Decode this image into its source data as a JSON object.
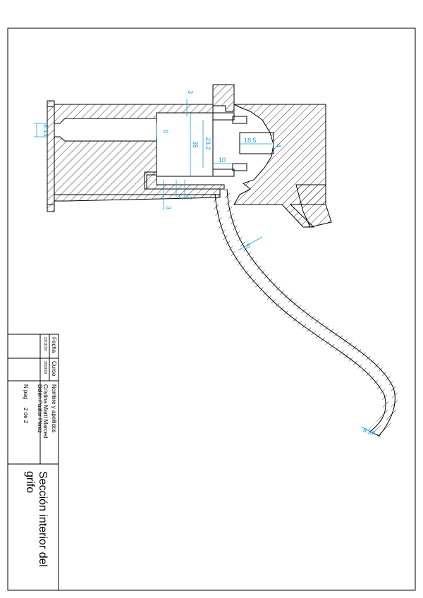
{
  "title_block": {
    "fecha_label": "Fecha",
    "fecha_value": "23/11/18",
    "curso_label": "Curso",
    "curso_value": "2018/19",
    "nombre_label": "Nombre y apellidos",
    "author_1": "Cristina Martí Marced",
    "author_2": "Belén Pastor Pérez",
    "npag_label": "N pag",
    "npag_value": "2 de 2",
    "drawing_title_line1": "Sección interior del",
    "drawing_title_line2": "grifo"
  },
  "dimensions": {
    "d_8_13": "8.13",
    "d_3_top": "3",
    "d_6": "6",
    "d_35": "35",
    "d_23_2": "23.2",
    "d_18_5": "18.5",
    "d_4": "4",
    "d_10": "10",
    "d_2a": "2",
    "d_2b": "2",
    "d_3_bottom": "3",
    "d_5": "5",
    "d_9_97": "9.97"
  },
  "colors": {
    "dimension": "#1e9bd7",
    "line": "#000000"
  }
}
